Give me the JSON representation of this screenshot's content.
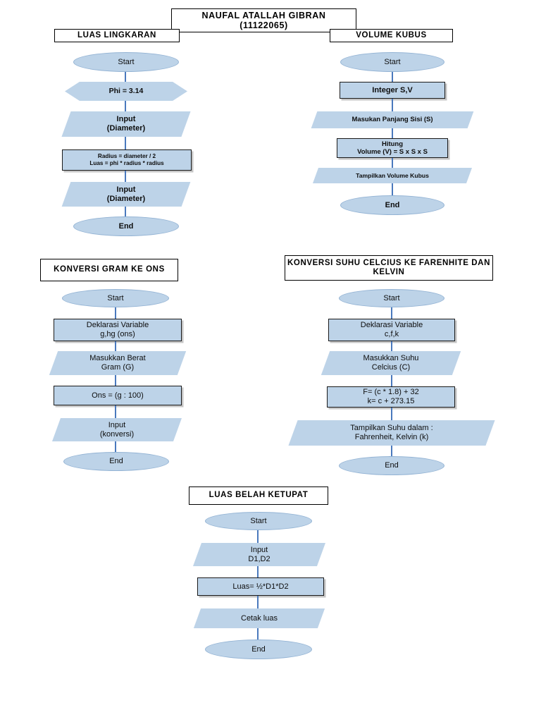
{
  "header": {
    "name": "NAUFAL ATALLAH GIBRAN",
    "student_id": "(11122065)"
  },
  "flowcharts": [
    {
      "id": "luas-lingkaran",
      "title": "LUAS LINGKARAN",
      "nodes": [
        {
          "shape": "terminator",
          "text": "Start"
        },
        {
          "shape": "hexagon",
          "text": "Phi = 3.14"
        },
        {
          "shape": "data",
          "text": "Input\n(Diameter)"
        },
        {
          "shape": "process",
          "text": "Radius = diameter / 2\nLuas = phi * radius * radius"
        },
        {
          "shape": "data",
          "text": "Input\n(Diameter)"
        },
        {
          "shape": "terminator",
          "text": "End"
        }
      ]
    },
    {
      "id": "volume-kubus",
      "title": "VOLUME KUBUS",
      "nodes": [
        {
          "shape": "terminator",
          "text": "Start"
        },
        {
          "shape": "process",
          "text": "Integer S,V"
        },
        {
          "shape": "data",
          "text": "Masukan Panjang Sisi (S)"
        },
        {
          "shape": "process",
          "text": "Hitung\nVolume (V) = S x S x S"
        },
        {
          "shape": "data",
          "text": "Tampilkan Volume Kubus"
        },
        {
          "shape": "terminator",
          "text": "End"
        }
      ]
    },
    {
      "id": "konversi-gram-ke-ons",
      "title": "KONVERSI GRAM\nKE ONS",
      "nodes": [
        {
          "shape": "terminator",
          "text": "Start"
        },
        {
          "shape": "process",
          "text": "Deklarasi Variable\ng,hg (ons)"
        },
        {
          "shape": "data",
          "text": "Masukkan Berat\nGram (G)"
        },
        {
          "shape": "process",
          "text": "Ons = (g : 100)"
        },
        {
          "shape": "data",
          "text": "Input\n(konversi)"
        },
        {
          "shape": "terminator",
          "text": "End"
        }
      ]
    },
    {
      "id": "konversi-suhu",
      "title": "KONVERSI SUHU CELCIUS KE\nFARENHITE DAN KELVIN",
      "nodes": [
        {
          "shape": "terminator",
          "text": "Start"
        },
        {
          "shape": "process",
          "text": "Deklarasi Variable\nc,f,k"
        },
        {
          "shape": "data",
          "text": "Masukkan Suhu\nCelcius (C)"
        },
        {
          "shape": "process",
          "text": "F= (c * 1.8) + 32\nk= c + 273.15"
        },
        {
          "shape": "data",
          "text": "Tampilkan Suhu dalam :\nFahrenheit, Kelvin (k)"
        },
        {
          "shape": "terminator",
          "text": "End"
        }
      ]
    },
    {
      "id": "luas-belah-ketupat",
      "title": "LUAS BELAH\nKETUPAT",
      "nodes": [
        {
          "shape": "terminator",
          "text": "Start"
        },
        {
          "shape": "data",
          "text": "Input\nD1,D2"
        },
        {
          "shape": "process",
          "text": "Luas= ½*D1*D2"
        },
        {
          "shape": "data",
          "text": "Cetak luas"
        },
        {
          "shape": "terminator",
          "text": "End"
        }
      ]
    }
  ],
  "colors": {
    "node_fill": "#bdd3e8",
    "node_outline": "#93b3d4",
    "process_border": "#1a1a1a",
    "connector": "#4a79bd",
    "plate_bg": "#ffffff",
    "text": "#0d0d0d"
  }
}
